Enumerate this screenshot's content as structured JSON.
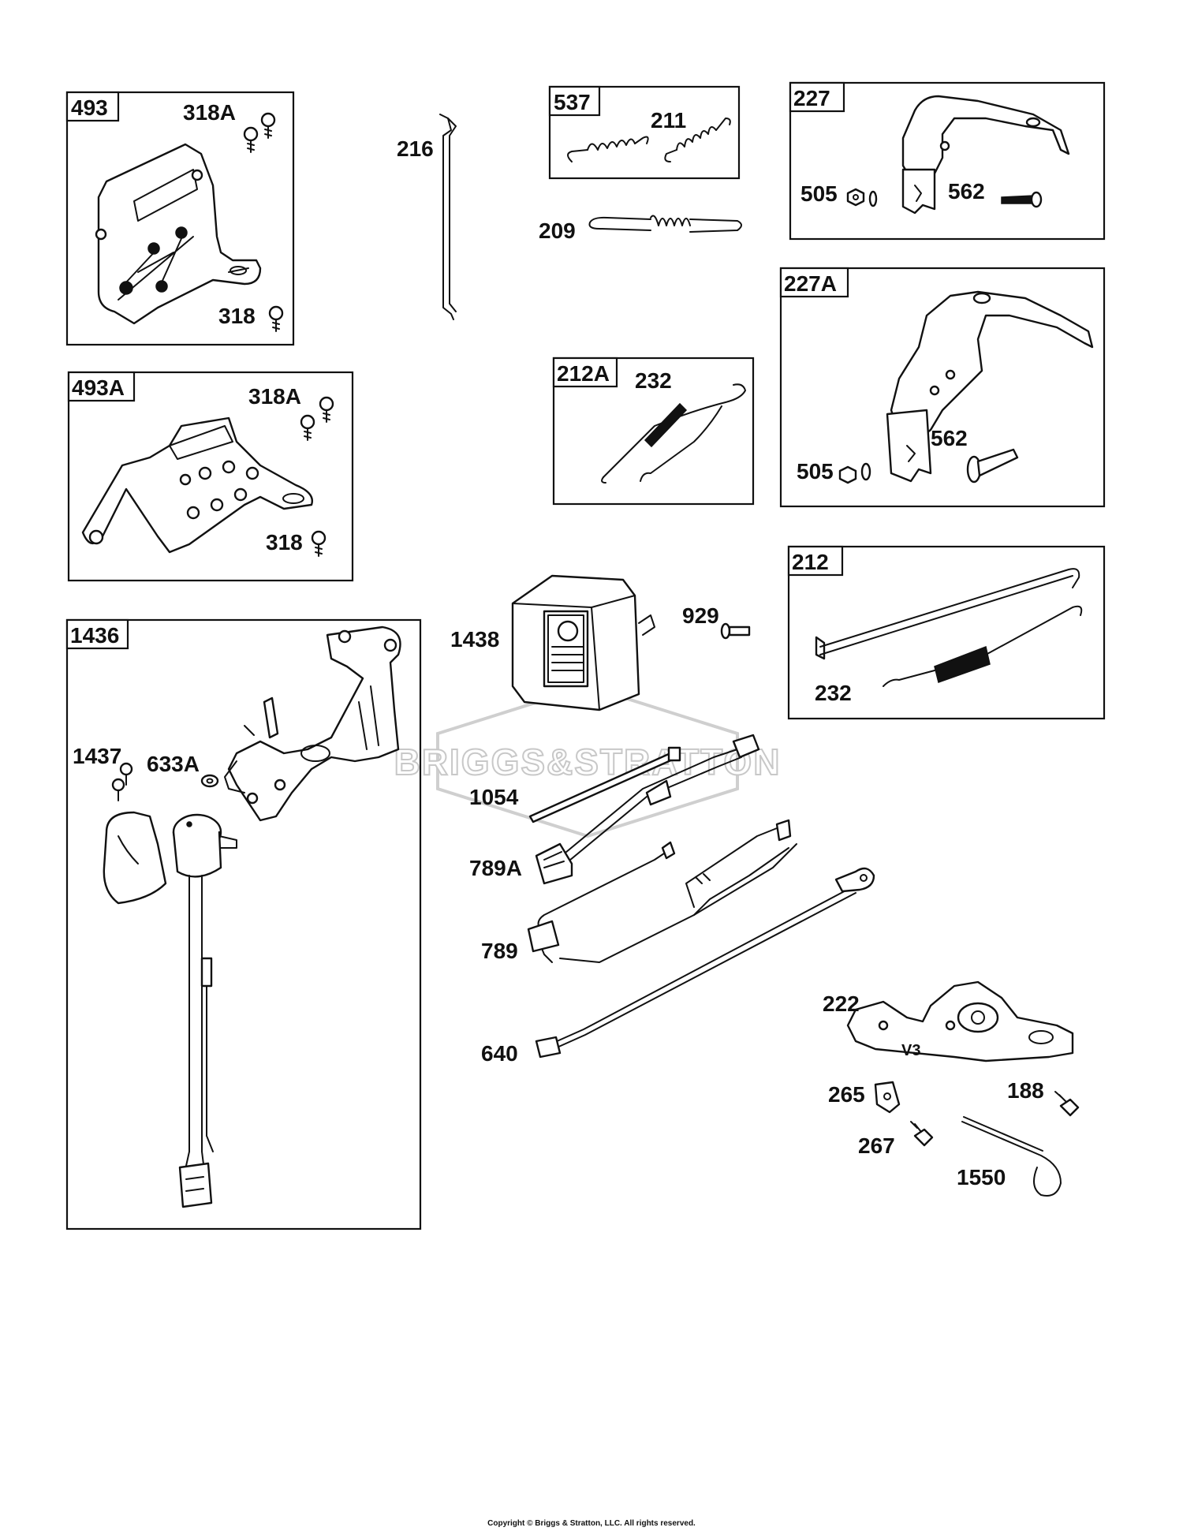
{
  "boxes": {
    "b493": "493",
    "b493a": "493A",
    "b1436": "1436",
    "b537": "537",
    "b212a": "212A",
    "b227": "227",
    "b227a": "227A",
    "b212": "212"
  },
  "labels": {
    "l318a_1": "318A",
    "l318_1": "318",
    "l318a_2": "318A",
    "l318_2": "318",
    "l1437": "1437",
    "l633a": "633A",
    "l216": "216",
    "l211": "211",
    "l209": "209",
    "l232_1": "232",
    "l1438": "1438",
    "l929": "929",
    "l1054": "1054",
    "l789a": "789A",
    "l789": "789",
    "l640": "640",
    "l505_1": "505",
    "l562_1": "562",
    "l505_2": "505",
    "l562_2": "562",
    "l232_2": "232",
    "l222": "222",
    "l265": "265",
    "l188": "188",
    "l267": "267",
    "l1550": "1550",
    "v3": "V3"
  },
  "watermark": "BRIGGS&STRATTON",
  "copyright": "Copyright © Briggs & Stratton, LLC. All rights reserved."
}
